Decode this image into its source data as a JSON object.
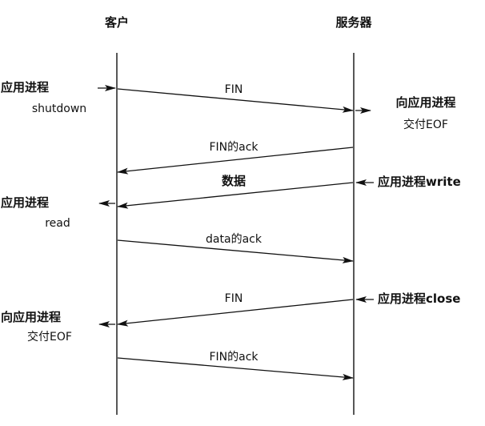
{
  "headers": {
    "client": "客户",
    "server": "服务器"
  },
  "messages": [
    {
      "label": "FIN",
      "from": "client",
      "to": "server"
    },
    {
      "label": "FIN的ack",
      "from": "server",
      "to": "client"
    },
    {
      "label": "数据",
      "from": "server",
      "to": "client"
    },
    {
      "label": "data的ack",
      "from": "client",
      "to": "server"
    },
    {
      "label": "FIN",
      "from": "server",
      "to": "client"
    },
    {
      "label": "FIN的ack",
      "from": "client",
      "to": "server"
    }
  ],
  "client_notes": [
    {
      "line1": "应用进程",
      "line2": "shutdown"
    },
    {
      "line1": "应用进程",
      "line2": "read"
    },
    {
      "line1": "向应用进程",
      "line2": "交付EOF"
    }
  ],
  "server_notes": [
    {
      "line1": "向应用进程",
      "line2": "交付EOF"
    },
    {
      "line1": "应用进程write"
    },
    {
      "line1": "应用进程close"
    }
  ],
  "colors": {
    "line": "#111111",
    "text": "#111111",
    "background": "#ffffff"
  }
}
